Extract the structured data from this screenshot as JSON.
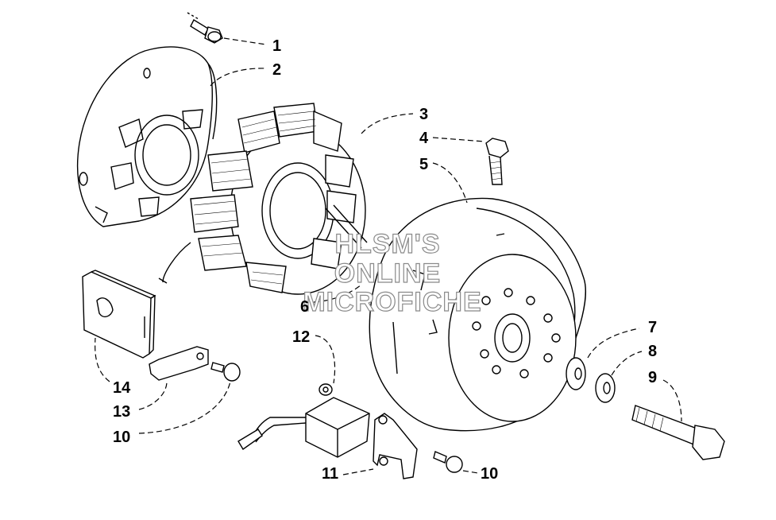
{
  "watermark": {
    "line1": "HLSM'S",
    "line2": "ONLINE",
    "line3": "MICROFICHE"
  },
  "callouts": [
    "1",
    "2",
    "3",
    "4",
    "5",
    "6",
    "7",
    "8",
    "9",
    "10",
    "11",
    "12",
    "13",
    "14"
  ],
  "callouts_extra": {
    "ten_b": "10"
  }
}
